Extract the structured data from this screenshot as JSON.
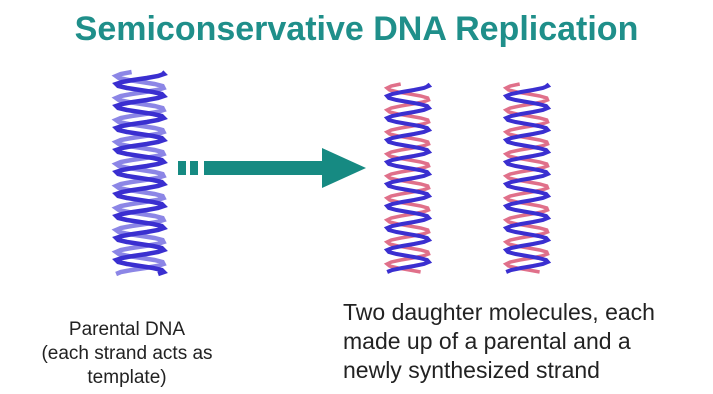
{
  "title": "Semiconservative DNA Replication",
  "colors": {
    "title": "#1f8f8a",
    "arrow": "#168a82",
    "parental_strand": "#3a2fd0",
    "parental_strand_light": "#8c86e6",
    "new_strand": "#e0708a",
    "background": "#ffffff"
  },
  "parental_caption": {
    "line1": "Parental DNA",
    "line2": "(each strand acts as",
    "line3": "template)"
  },
  "daughter_caption": {
    "line1": "Two daughter molecules, each",
    "line2": "made up of a parental and a",
    "line3": "newly synthesized strand"
  }
}
